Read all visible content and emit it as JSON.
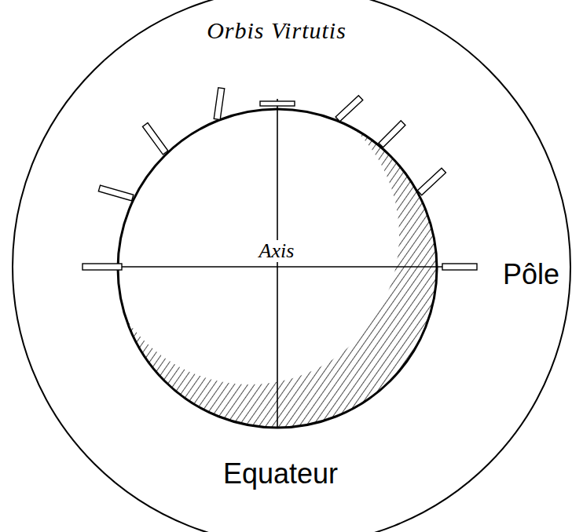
{
  "diagram": {
    "labels": [
      "Orbis Virtutis",
      "Axis",
      "Pôle",
      "Equateur"
    ]
  }
}
